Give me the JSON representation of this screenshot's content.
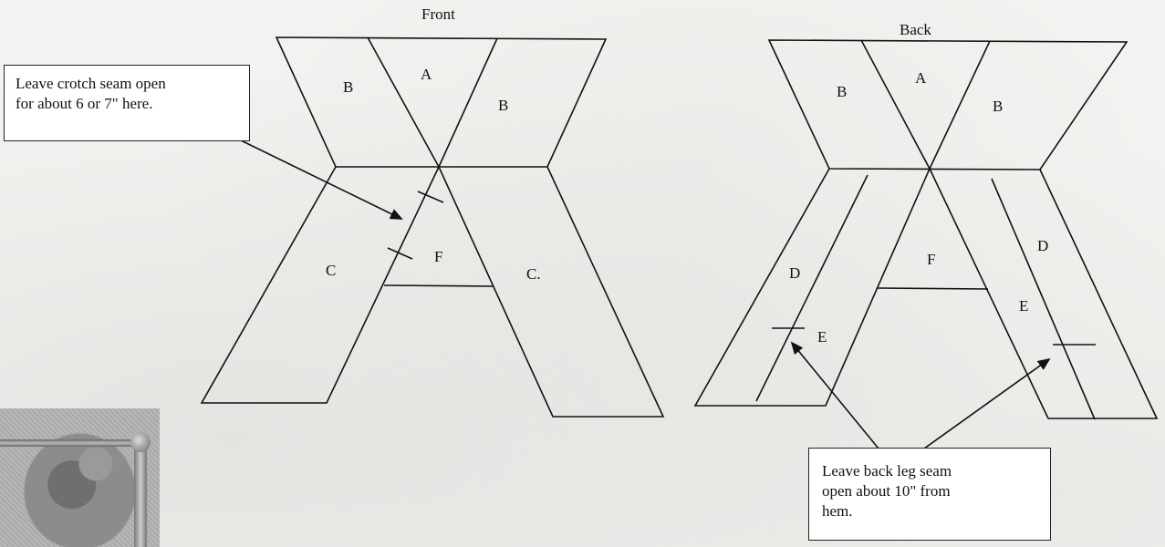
{
  "diagram": {
    "front_title": "Front",
    "back_title": "Back",
    "front_labels": {
      "a": "A",
      "b_left": "B",
      "b_right": "B",
      "c_left": "C",
      "c_right": "C.",
      "f": "F"
    },
    "back_labels": {
      "a": "A",
      "b_left": "B",
      "b_right": "B",
      "d_left": "D",
      "d_right": "D",
      "e_left": "E",
      "e_right": "E",
      "f": "F"
    },
    "callouts": {
      "crotch": "Leave crotch seam open\nfor about 6 or 7\" here.",
      "back_leg": "Leave back leg seam\nopen about 10\" from\nhem."
    },
    "photo_icon": "pattern-photo-fragment",
    "line_color": "#111111"
  }
}
